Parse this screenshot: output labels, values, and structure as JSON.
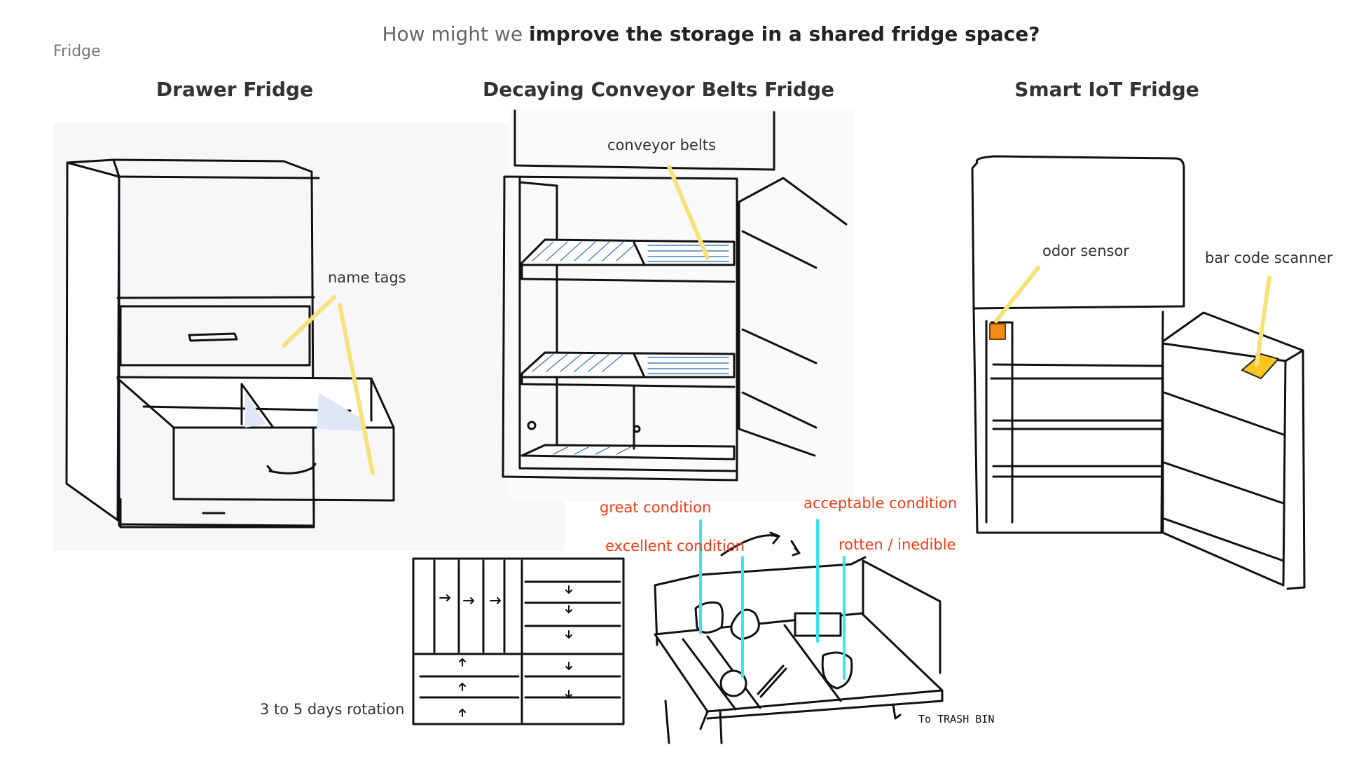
{
  "header": {
    "question_prefix": "How might we",
    "question_bold": "improve the storage in a shared fridge space?",
    "section_label": "Fridge"
  },
  "concepts": [
    {
      "title": "Drawer Fridge",
      "annotations": [
        "name tags"
      ]
    },
    {
      "title": "Decaying Conveyor Belts Fridge",
      "annotations": [
        "conveyor belts",
        "3 to 5 days rotation",
        "To TRASH BIN"
      ]
    },
    {
      "title": "Smart IoT Fridge",
      "annotations": [
        "odor sensor",
        "bar code scanner"
      ]
    }
  ],
  "condition_labels": [
    "great condition",
    "excellent condition",
    "acceptable condition",
    "rotten / inedible"
  ],
  "colors": {
    "callout_yellow": "#f7e27a",
    "condition_cyan": "#35e6f0",
    "condition_red": "#f23a12",
    "belt_blue": "#4a7cc0",
    "sensor_orange": "#f08c1a"
  }
}
